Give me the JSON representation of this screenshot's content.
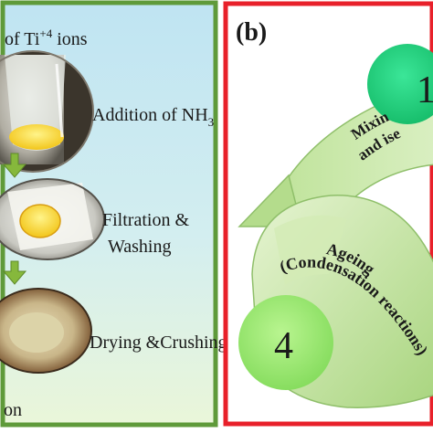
{
  "panel_a": {
    "step_1": {
      "prefix": "of Ti",
      "superscript": "+4",
      "suffix": " ions"
    },
    "step_2": {
      "prefix": "Addition of NH",
      "subscript": "3"
    },
    "step_3": {
      "line1": "Filtration &",
      "line2": "Washing"
    },
    "step_4": {
      "text": "Drying &Crushing"
    },
    "step_5": {
      "text": "on"
    }
  },
  "panel_b": {
    "panel_label": "(b)",
    "circle_top_number": "1",
    "circle_bottom_number": "4",
    "arrow_top_text": {
      "line1": "Mixin",
      "line2": "and ise"
    },
    "arrow_bottom_text": {
      "line1": "Ageing",
      "line2": "(Condensation reactions)"
    }
  },
  "colors": {
    "panel_a_border": "#5f9a3a",
    "panel_b_border": "#e8202a",
    "sky_top": "#bfe4f2",
    "sky_bottom": "#eaf6d9",
    "arrow_green": "#86b83c",
    "circle_top": "#1fd07a",
    "circle_bottom": "#9be86f",
    "number_red": "#d8261f",
    "swirl_light": "#dcefc0",
    "swirl_dark": "#a9d57f"
  }
}
